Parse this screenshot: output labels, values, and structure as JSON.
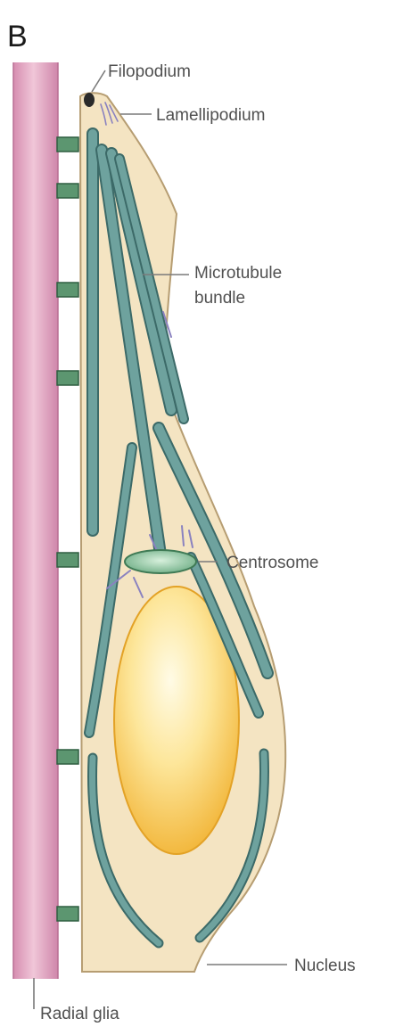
{
  "panel_letter": "B",
  "labels": {
    "filopodium": "Filopodium",
    "lamellipodium": "Lamellipodium",
    "microtubule_bundle_line1": "Microtubule",
    "microtubule_bundle_line2": "bundle",
    "centrosome": "Centrosome",
    "nucleus": "Nucleus",
    "radial_glia": "Radial glia"
  },
  "colors": {
    "radial_glia": "#e7b6cc",
    "cell_body": "#f3e2bf",
    "cell_outline": "#b8a078",
    "microtubule": "#6d9c98",
    "microtubule_edge": "#3e6a6a",
    "centrosome": "#8fc4a0",
    "nucleus_core": "#fff8d0",
    "nucleus_edge": "#f0b834",
    "adhesion": "#4f8a62",
    "actin": "#8a82c0"
  }
}
